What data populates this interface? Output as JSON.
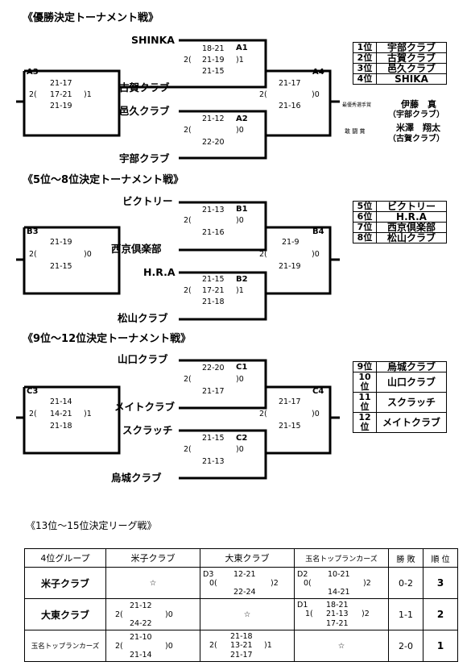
{
  "sections": {
    "s1_title": "《優勝決定トーナメント戦》",
    "s2_title": "《5位～8位決定トーナメント戦》",
    "s3_title": "《9位～12位決定トーナメント戦》",
    "s4_title": "《13位～15位決定リーグ戦》"
  },
  "t1": {
    "team1": "SHINKA",
    "team2": "古賀クラブ",
    "team3": "邑久クラブ",
    "team4": "宇部クラブ",
    "a1": {
      "code": "A1",
      "s1": "18-21",
      "s2": "21-19",
      "s3": "21-15",
      "won": "2(",
      "lost": ")1"
    },
    "a2": {
      "code": "A2",
      "s1": "21-12",
      "s2": "22-20",
      "won": "2(",
      "lost": ")0"
    },
    "a3": {
      "code": "A3",
      "s1": "21-17",
      "s2": "17-21",
      "s3": "21-19",
      "won": "2(",
      "lost": ")1"
    },
    "a4": {
      "code": "A4",
      "s1": "21-17",
      "s2": "21-16",
      "won": "2(",
      "lost": ")0"
    },
    "ranks": [
      {
        "place": "1位",
        "name": "宇部クラブ"
      },
      {
        "place": "2位",
        "name": "古賀クラブ"
      },
      {
        "place": "3位",
        "name": "邑久クラブ"
      },
      {
        "place": "4位",
        "name": "SHIKA"
      }
    ],
    "award1_label": "最優秀選手賞",
    "award1_name": "伊藤　真",
    "award1_team": "（宇部クラブ）",
    "award2_label": "敢 闘 賞",
    "award2_name": "米澤　翔太",
    "award2_team": "（古賀クラブ）"
  },
  "t2": {
    "team1": "ビクトリー",
    "team2": "西京倶楽部",
    "team3": "H.R.A",
    "team4": "松山クラブ",
    "b1": {
      "code": "B1",
      "s1": "21-13",
      "s2": "21-16",
      "won": "2(",
      "lost": ")0"
    },
    "b2": {
      "code": "B2",
      "s1": "21-15",
      "s2": "17-21",
      "s3": "21-18",
      "won": "2(",
      "lost": ")1"
    },
    "b3": {
      "code": "B3",
      "s1": "21-19",
      "s2": "21-15",
      "won": "2(",
      "lost": ")0"
    },
    "b4": {
      "code": "B4",
      "s1": "21-9",
      "s2": "21-19",
      "won": "2(",
      "lost": ")0"
    },
    "ranks": [
      {
        "place": "5位",
        "name": "ビクトリー"
      },
      {
        "place": "6位",
        "name": "H.R.A"
      },
      {
        "place": "7位",
        "name": "西京倶楽部"
      },
      {
        "place": "8位",
        "name": "松山クラブ"
      }
    ]
  },
  "t3": {
    "team1": "山口クラブ",
    "team2": "メイトクラブ",
    "team3": "スクラッチ",
    "team4": "烏城クラブ",
    "c1": {
      "code": "C1",
      "s1": "22-20",
      "s2": "21-17",
      "won": "2(",
      "lost": ")0"
    },
    "c2": {
      "code": "C2",
      "s1": "21-15",
      "s2": "21-13",
      "won": "2(",
      "lost": ")0"
    },
    "c3": {
      "code": "C3",
      "s1": "21-14",
      "s2": "14-21",
      "s3": "21-18",
      "won": "2(",
      "lost": ")1"
    },
    "c4": {
      "code": "C4",
      "s1": "21-17",
      "s2": "21-15",
      "won": "2(",
      "lost": ")0"
    },
    "ranks": [
      {
        "place": "9位",
        "name": "烏城クラブ"
      },
      {
        "place": "10位",
        "name": "山口クラブ"
      },
      {
        "place": "11位",
        "name": "スクラッチ"
      },
      {
        "place": "12位",
        "name": "メイトクラブ"
      }
    ]
  },
  "league": {
    "headers": [
      "4位グループ",
      "米子クラブ",
      "大東クラブ",
      "玉名トップランカーズ",
      "勝 敗",
      "順 位"
    ],
    "rows": [
      {
        "team": "米子クラブ",
        "c1": "☆",
        "c2": {
          "code": "D3",
          "s1": "12-21",
          "s2": "22-24",
          "left": "0(",
          "right": ")2"
        },
        "c3": {
          "code": "D2",
          "s1": "10-21",
          "s2": "14-21",
          "left": "0(",
          "right": ")2"
        },
        "record": "0-2",
        "rank": "3"
      },
      {
        "team": "大東クラブ",
        "c1": {
          "s1": "21-12",
          "s2": "24-22",
          "left": "2(",
          "right": ")0"
        },
        "c2": "☆",
        "c3": {
          "code": "D1",
          "s1": "18-21",
          "s2": "21-13",
          "s3": "17-21",
          "left": "1(",
          "right": ")2"
        },
        "record": "1-1",
        "rank": "2"
      },
      {
        "team": "玉名トップランカーズ",
        "c1": {
          "s1": "21-10",
          "s2": "21-14",
          "left": "2(",
          "right": ")0"
        },
        "c2": {
          "s1": "21-18",
          "s2": "13-21",
          "s3": "21-17",
          "left": "2(",
          "right": ")1"
        },
        "c3": "☆",
        "record": "2-0",
        "rank": "1"
      }
    ]
  }
}
